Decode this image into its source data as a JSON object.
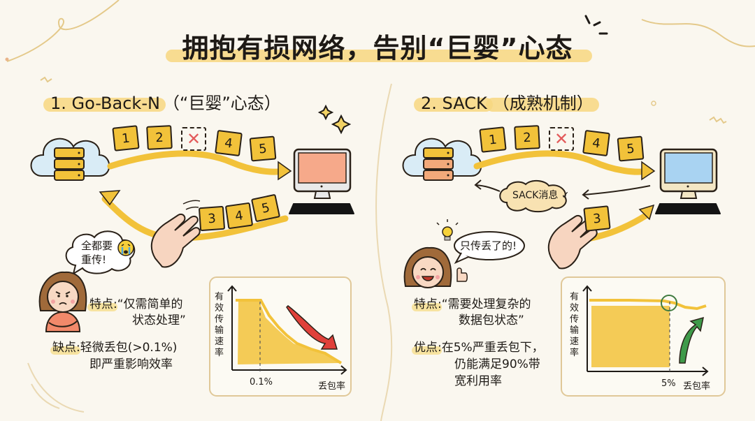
{
  "title": "拥抱有损网络，告别“巨婴”心态",
  "left": {
    "heading_main": "1. Go-Back-N",
    "heading_sub": "（“巨婴”心态）",
    "packets_top": [
      "1",
      "2",
      "✕",
      "4",
      "5"
    ],
    "packets_retransmit": [
      "3",
      "4",
      "5"
    ],
    "speech_bubble": {
      "line1": "全都要",
      "line2": "重传!",
      "emoji": "crying-face"
    },
    "screen_color": "#f6a98a",
    "feature_label": "特点:",
    "feature_line1": "“仅需简单的",
    "feature_line2": "状态处理”",
    "drawback_label": "缺点:",
    "drawback_line1": "轻微丢包(>0.1%)",
    "drawback_line2": "即严重影响效率",
    "chart": {
      "ylabel": "有效传输速率",
      "xtick": "0.1%",
      "xlabel": "丢包率"
    }
  },
  "right": {
    "heading_main": "2. SACK",
    "heading_sub": "（成熟机制）",
    "packets_top": [
      "1",
      "2",
      "✕",
      "4",
      "5"
    ],
    "packets_retransmit": [
      "3"
    ],
    "sack_message": "SACK消息 ✓",
    "speech_bubble": {
      "line1": "只传丢了的!"
    },
    "screen_color": "#a9d3f2",
    "feature_label": "特点:",
    "feature_line1": "“需要处理复杂的",
    "feature_line2": "数据包状态”",
    "advantage_label": "优点:",
    "advantage_line1": "在5%严重丢包下，",
    "advantage_line2": "仍能满足90%带",
    "advantage_line3": "宽利用率",
    "chart": {
      "ylabel": "有效传输速率",
      "xtick": "5%",
      "xlabel": "丢包率"
    }
  },
  "colors": {
    "accent_yellow": "#f2c23a",
    "highlight": "#f7d780",
    "background": "#faf7ef",
    "red_arrow": "#e0403a",
    "green_arrow": "#3f9a4a"
  },
  "chart_data": [
    {
      "type": "area",
      "title": "Go-Back-N",
      "xlabel": "丢包率",
      "ylabel": "有效传输速率",
      "x_annotations": [
        "0.1%"
      ],
      "x": [
        0,
        0.1,
        0.2,
        0.3,
        0.4,
        0.5,
        0.6,
        0.7,
        0.8,
        0.9,
        1.0
      ],
      "values": [
        100,
        100,
        95,
        78,
        62,
        50,
        40,
        34,
        28,
        20,
        12
      ],
      "note": "qualitative sketch: throughput flat until 0.1% loss then drops sharply (red downward arrow)"
    },
    {
      "type": "area",
      "title": "SACK",
      "xlabel": "丢包率",
      "ylabel": "有效传输速率",
      "x_annotations": [
        "5%"
      ],
      "x": [
        0,
        1,
        2,
        3,
        4,
        5,
        6,
        7
      ],
      "values": [
        100,
        100,
        100,
        99,
        99,
        98,
        95,
        97
      ],
      "note": "qualitative sketch: throughput stays near max even at 5% loss (green circle + upward arrow)"
    }
  ]
}
